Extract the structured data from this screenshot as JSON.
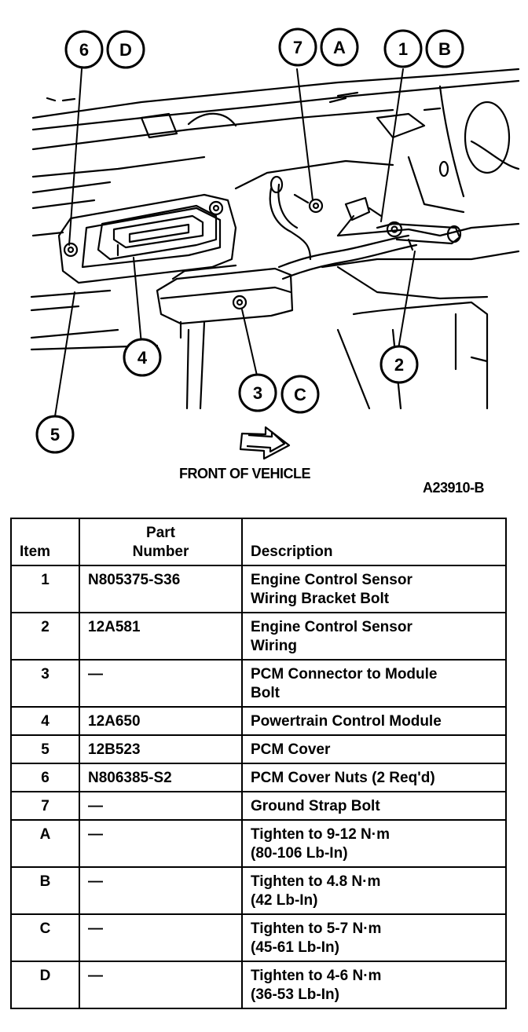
{
  "diagram": {
    "callouts": [
      {
        "id": "6",
        "label": "6"
      },
      {
        "id": "D",
        "label": "D"
      },
      {
        "id": "7",
        "label": "7"
      },
      {
        "id": "A",
        "label": "A"
      },
      {
        "id": "1",
        "label": "1"
      },
      {
        "id": "B",
        "label": "B"
      },
      {
        "id": "4",
        "label": "4"
      },
      {
        "id": "2",
        "label": "2"
      },
      {
        "id": "3",
        "label": "3"
      },
      {
        "id": "C",
        "label": "C"
      },
      {
        "id": "5",
        "label": "5"
      }
    ],
    "front_caption": "FRONT OF VEHICLE",
    "figure_id": "A23910-B"
  },
  "table": {
    "headers": {
      "item": "Item",
      "part_line1": "Part",
      "part_line2": "Number",
      "description": "Description"
    },
    "rows": [
      {
        "item": "1",
        "part": "N805375-S36",
        "desc1": "Engine Control Sensor",
        "desc2": "Wiring Bracket Bolt"
      },
      {
        "item": "2",
        "part": "12A581",
        "desc1": "Engine Control Sensor",
        "desc2": "Wiring"
      },
      {
        "item": "3",
        "part": "—",
        "desc1": "PCM Connector to Module",
        "desc2": "Bolt"
      },
      {
        "item": "4",
        "part": "12A650",
        "desc1": "Powertrain Control Module",
        "desc2": ""
      },
      {
        "item": "5",
        "part": "12B523",
        "desc1": "PCM Cover",
        "desc2": ""
      },
      {
        "item": "6",
        "part": "N806385-S2",
        "desc1": "PCM Cover Nuts (2 Req'd)",
        "desc2": ""
      },
      {
        "item": "7",
        "part": "—",
        "desc1": "Ground Strap Bolt",
        "desc2": ""
      },
      {
        "item": "A",
        "part": "—",
        "desc1": "Tighten to 9-12 N·m",
        "desc2": "(80-106 Lb-In)"
      },
      {
        "item": "B",
        "part": "—",
        "desc1": "Tighten to 4.8 N·m",
        "desc2": "(42 Lb-In)"
      },
      {
        "item": "C",
        "part": "—",
        "desc1": "Tighten to 5-7 N·m",
        "desc2": "(45-61 Lb-In)"
      },
      {
        "item": "D",
        "part": "—",
        "desc1": "Tighten to 4-6 N·m",
        "desc2": "(36-53 Lb-In)"
      }
    ]
  }
}
